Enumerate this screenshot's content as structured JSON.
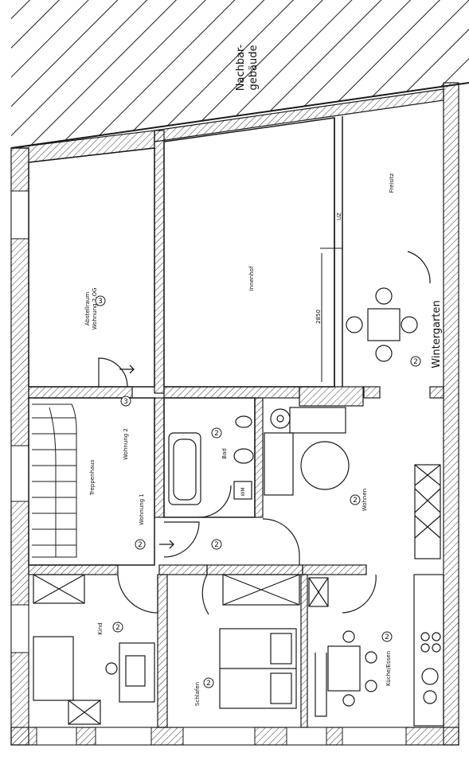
{
  "plan": {
    "neighbor_building": "Nachbar-\ngebäude",
    "neighbor_line1": "Nachbar-",
    "neighbor_line2": "gebäude",
    "rooms": {
      "abstellraum_line1": "Abstellraum",
      "abstellraum_line2": "Wohnung 2.OG",
      "innenhof": "Innenhof",
      "freisitz": "Freisitz",
      "wintergarten": "Wintergarten",
      "treppenhaus": "Treppenhaus",
      "wohnung2": "Wohnung 2",
      "wohnung1": "Wohnung 1",
      "bad": "Bad",
      "wm": "WM",
      "wohnen": "Wohnen",
      "kind": "Kind",
      "schlafen": "Schlafen",
      "kueche_essen": "Küche/Essen"
    },
    "markers": {
      "abstellraum": "3",
      "wohnung2": "3",
      "wintergarten": "2",
      "bad": "2",
      "wohnen": "2",
      "wohnung1": "2",
      "flur": "2",
      "kind": "2",
      "schlafen": "2",
      "kueche": "2"
    },
    "dimensions": {
      "innenhof_depth": "2850",
      "uz": "UZ"
    },
    "colors": {
      "line": "#1a1a1a",
      "background": "#ffffff"
    }
  }
}
